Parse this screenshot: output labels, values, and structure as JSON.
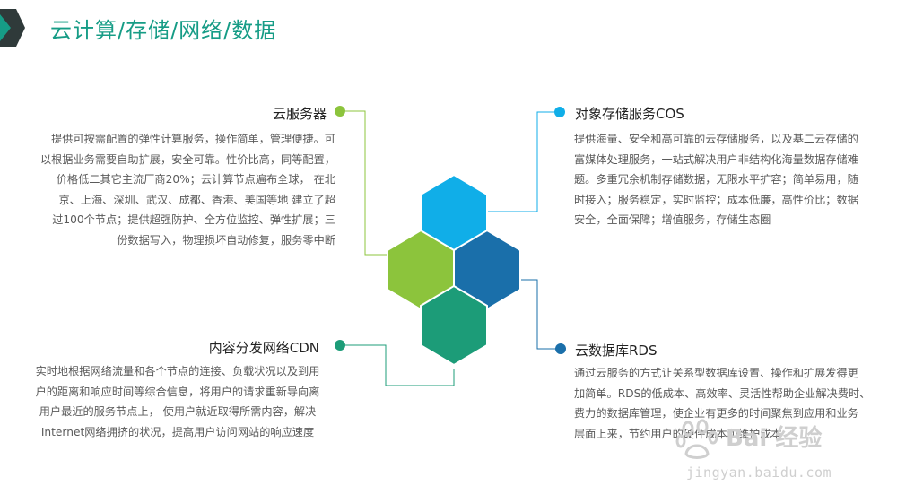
{
  "header": {
    "title": "云计算/存储/网络/数据"
  },
  "colors": {
    "title": "#169c86",
    "hex_cvm": "#8cc43c",
    "hex_cos": "#10aee8",
    "hex_db": "#1a6faa",
    "hex_cdn": "#1c9c78",
    "connector_cvm": "#8cc43c",
    "connector_cos": "#10aee8",
    "connector_db": "#1a6faa",
    "connector_cdn": "#1c9c78"
  },
  "blocks": {
    "cvm": {
      "title": "云服务器",
      "lines": [
        "提供可按需配置的弹性计算服务，操作简单，管理便捷。可",
        "以根据业务需要自助扩展，安全可靠。性价比高，同等配置，",
        "价格低二其它主流厂商20%；云计算节点遍布全球， 在北",
        "京、上海、深圳、武汉、成都、香港、美国等地 建立了超",
        "过100个节点；提供超强防护、全方位监控、弹性扩展；三",
        "份数据写入，物理损坏自动修复，服务零中断"
      ]
    },
    "cos": {
      "title": "对象存储服务COS",
      "lines": [
        "提供海量、安全和高可靠的云存储服务，以及基二云存储的",
        "富媒体处理服务，一站式解决用户非结构化海量数据存储难",
        "题。多重冗余机制存储数据，无限水平扩容；简单易用，随",
        "时接入；服务稳定，实时监控；成本低廉，高性价比；数据",
        "安全，全面保障；增值服务，存储生态圈"
      ]
    },
    "cdn": {
      "title": "内容分发网络CDN",
      "lines": [
        "实时地根据网络流量和各个节点的连接、负载状况以及到用",
        "户的距离和响应时间等综合信息，将用户的请求重新导向离",
        "用户最近的服务节点上， 使用户就近取得所需内容，解决",
        "Internet网络拥挤的状况，提高用户访问网站的响应速度"
      ]
    },
    "db": {
      "title": "云数据库RDS",
      "lines": [
        "通过云服务的方式让关系型数据库设置、操作和扩展发得更",
        "加简单。RDS的低成本、高效率、灵活性帮助企业解决费时、",
        "费力的数据库管理，使企业有更多的时间聚焦到应用和业务",
        "层面上来，节约用户的硬件成本和维护成本"
      ]
    }
  },
  "watermark": {
    "brand": "Bai 经验",
    "url": "jingyan.baidu.com"
  }
}
